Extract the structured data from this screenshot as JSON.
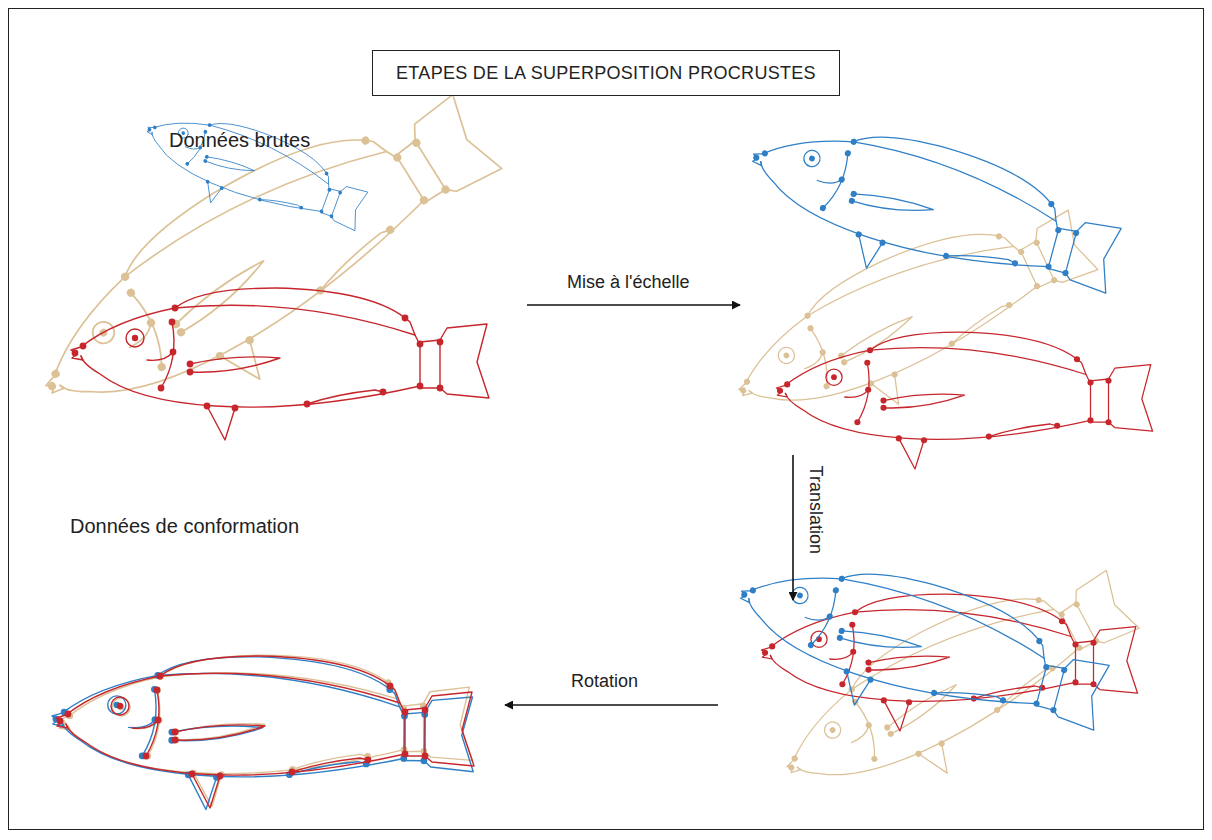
{
  "diagram": {
    "nodes": [
      {
        "text": [
          "ETAPES DE LA SUPERPOSITION PROCRUSTES"
        ]
      }
    ],
    "labels": [
      "Données brutes",
      "Mise à l'échelle",
      "Translation",
      "Rotation",
      "Données de conformation"
    ]
  }
}
